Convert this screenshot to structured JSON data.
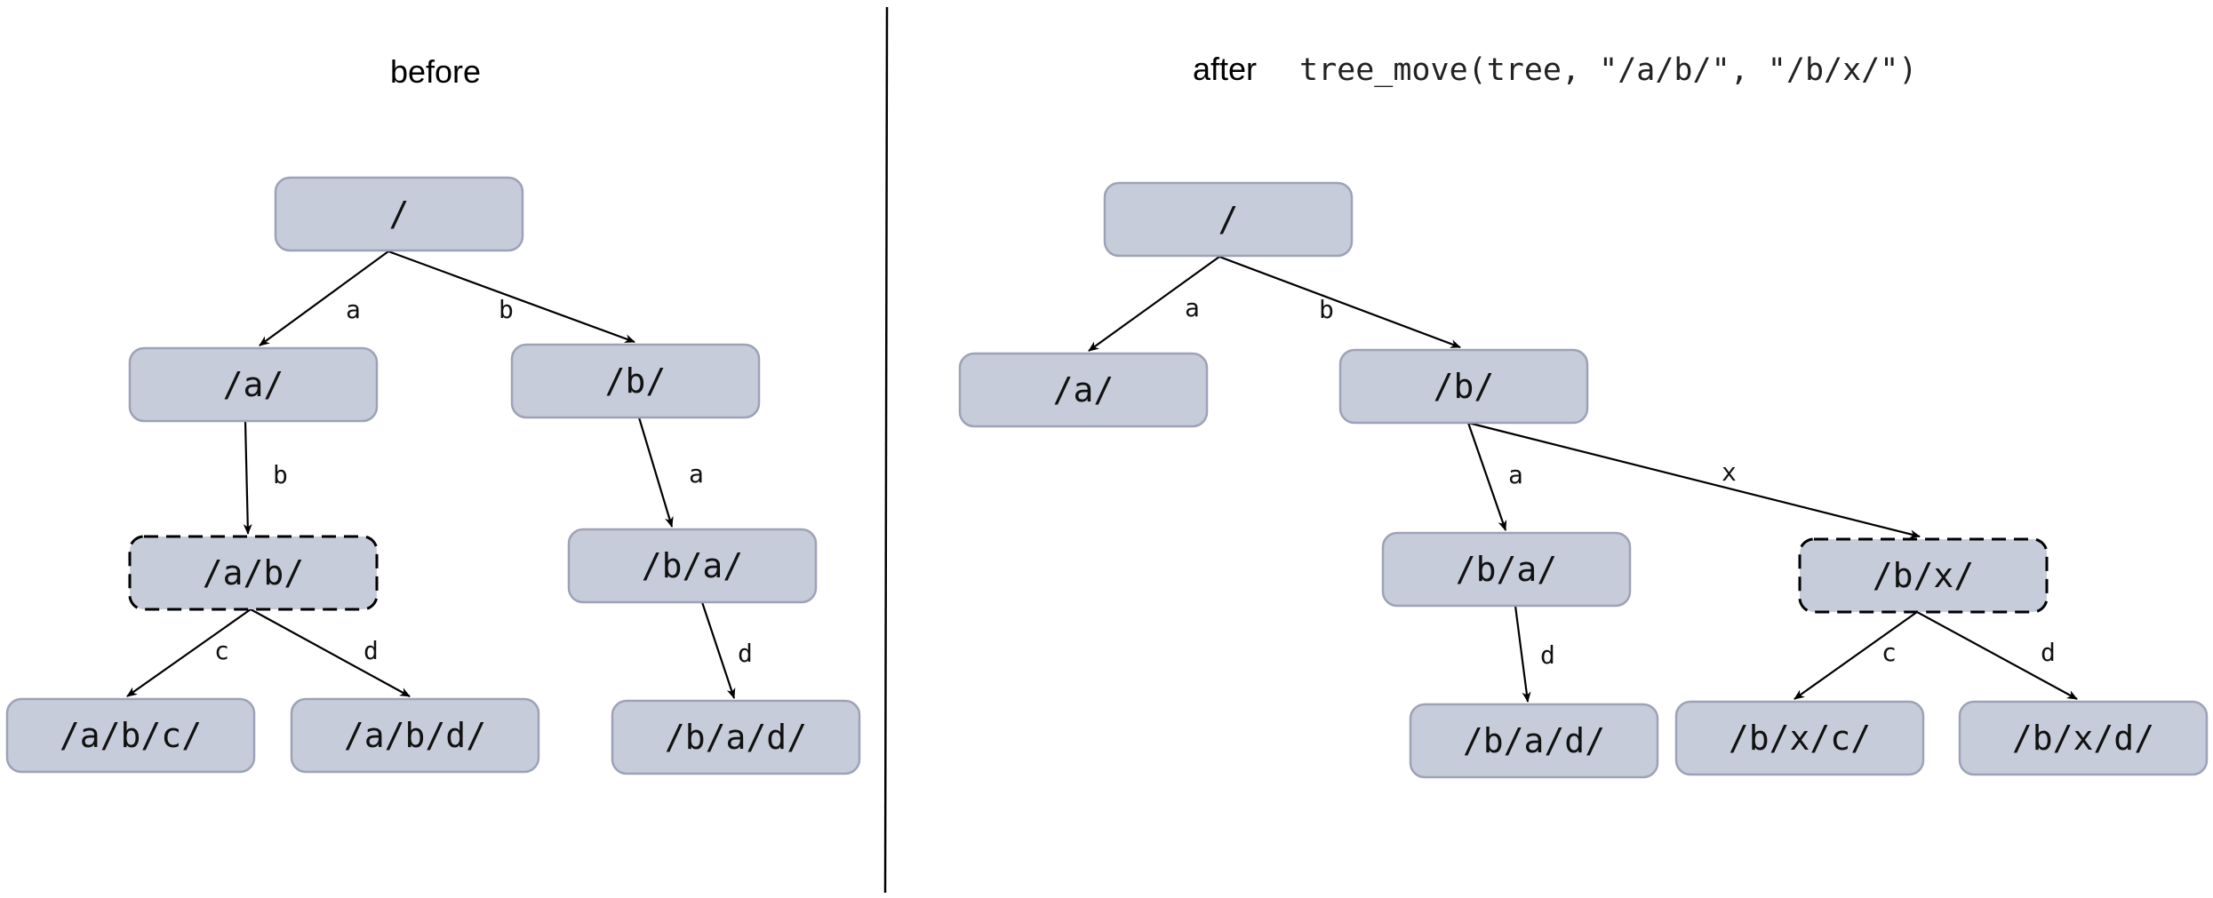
{
  "headings": {
    "before": "before",
    "after": "after",
    "call": "tree_move(tree, \"/a/b/\", \"/b/x/\")"
  },
  "before": {
    "nodes": [
      {
        "id": "root",
        "label": "/"
      },
      {
        "id": "a",
        "label": "/a/"
      },
      {
        "id": "b",
        "label": "/b/"
      },
      {
        "id": "ab",
        "label": "/a/b/",
        "highlighted": true
      },
      {
        "id": "ba",
        "label": "/b/a/"
      },
      {
        "id": "abc",
        "label": "/a/b/c/"
      },
      {
        "id": "abd",
        "label": "/a/b/d/"
      },
      {
        "id": "bad",
        "label": "/b/a/d/"
      }
    ],
    "edges": [
      {
        "from": "root",
        "to": "a",
        "label": "a"
      },
      {
        "from": "root",
        "to": "b",
        "label": "b"
      },
      {
        "from": "a",
        "to": "ab",
        "label": "b"
      },
      {
        "from": "b",
        "to": "ba",
        "label": "a"
      },
      {
        "from": "ab",
        "to": "abc",
        "label": "c"
      },
      {
        "from": "ab",
        "to": "abd",
        "label": "d"
      },
      {
        "from": "ba",
        "to": "bad",
        "label": "d"
      }
    ]
  },
  "after": {
    "nodes": [
      {
        "id": "root",
        "label": "/"
      },
      {
        "id": "a",
        "label": "/a/"
      },
      {
        "id": "b",
        "label": "/b/"
      },
      {
        "id": "ba",
        "label": "/b/a/"
      },
      {
        "id": "bx",
        "label": "/b/x/",
        "highlighted": true
      },
      {
        "id": "bad",
        "label": "/b/a/d/"
      },
      {
        "id": "bxc",
        "label": "/b/x/c/"
      },
      {
        "id": "bxd",
        "label": "/b/x/d/"
      }
    ],
    "edges": [
      {
        "from": "root",
        "to": "a",
        "label": "a"
      },
      {
        "from": "root",
        "to": "b",
        "label": "b"
      },
      {
        "from": "b",
        "to": "ba",
        "label": "a"
      },
      {
        "from": "b",
        "to": "bx",
        "label": "x"
      },
      {
        "from": "ba",
        "to": "bad",
        "label": "d"
      },
      {
        "from": "bx",
        "to": "bxc",
        "label": "c"
      },
      {
        "from": "bx",
        "to": "bxd",
        "label": "d"
      }
    ]
  }
}
